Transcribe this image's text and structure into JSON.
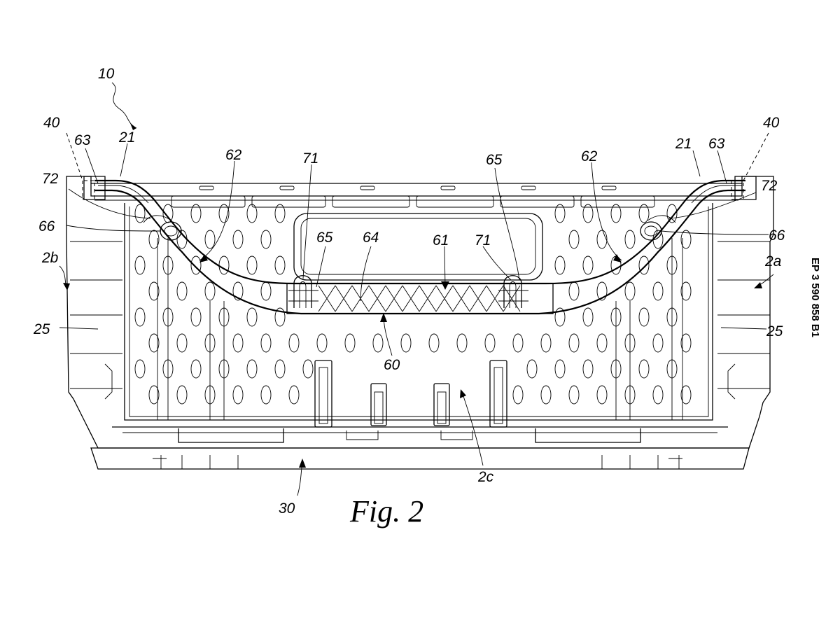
{
  "publication_number": "EP 3 590 858 B1",
  "caption": "Fig. 2",
  "reference_labels": {
    "container": "10",
    "frame_left": "40",
    "frame_right": "40",
    "edge_left": "63",
    "edge_right": "63",
    "rim_left": "21",
    "rim_right": "21",
    "arm_left": "62",
    "arm_right": "62",
    "pin_left": "71",
    "pin_right": "71",
    "hook_top": "65",
    "hook_left": "65",
    "pivot_left": "72",
    "pivot_right": "72",
    "knob_left": "66",
    "knob_right": "66",
    "grip": "64",
    "crossbar": "61",
    "side_b": "2b",
    "side_a": "2a",
    "wall_left": "25",
    "wall_right": "25",
    "handle": "60",
    "front": "2c",
    "base": "30"
  }
}
